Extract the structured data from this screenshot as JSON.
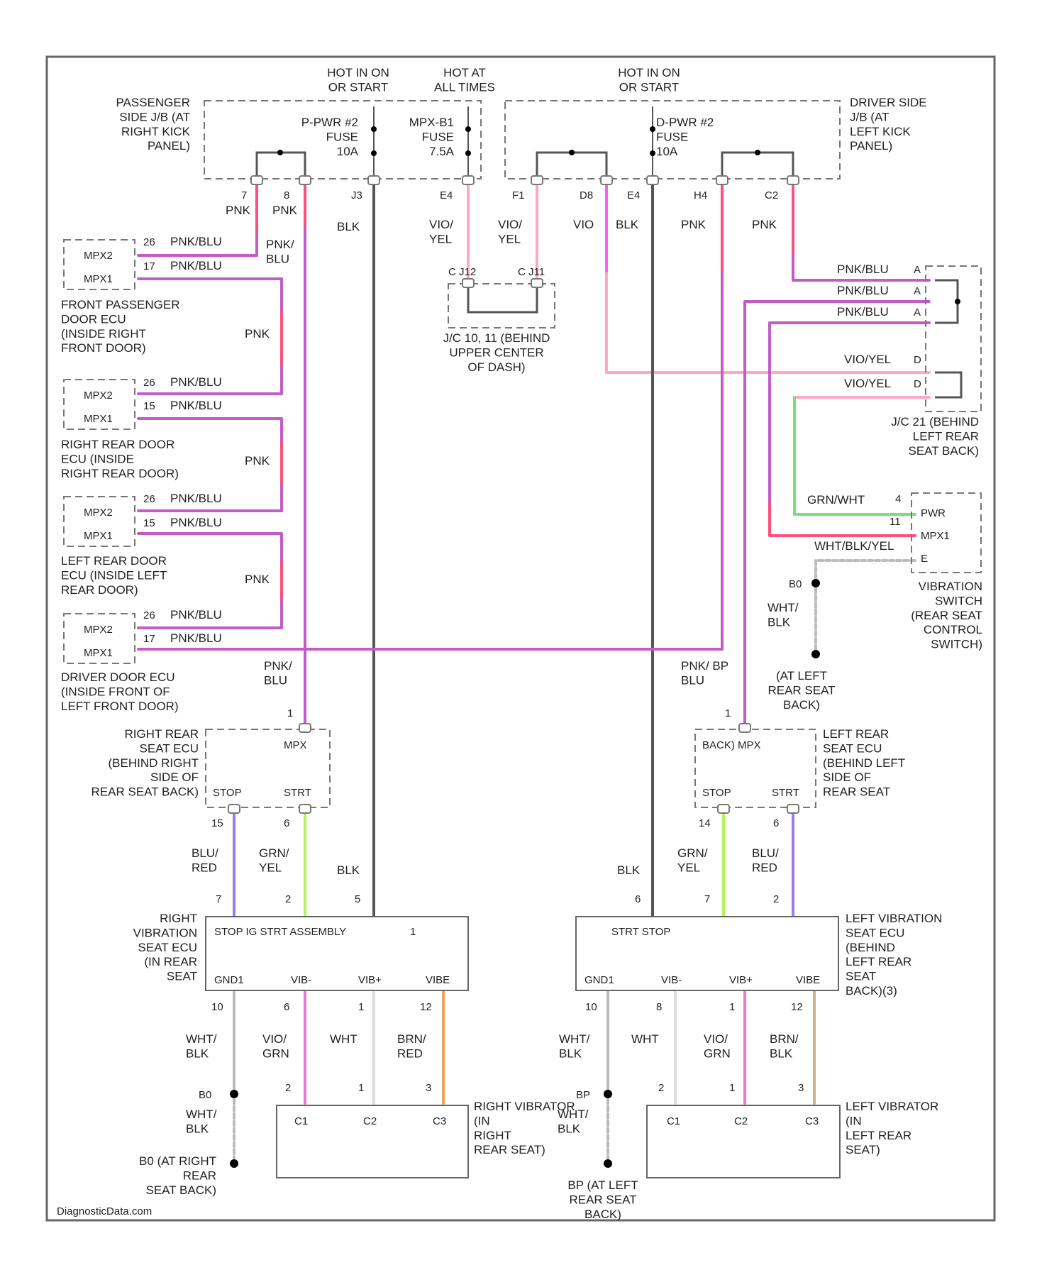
{
  "colors": {
    "pink": "#ff4f7b",
    "pink_blue": "#c45cc8",
    "violet_yellow": "#ffa6c9",
    "violet": "#ff5cff",
    "black": "#555555",
    "green_yellow": "#b4f25e",
    "blue_red": "#9a7de6",
    "green_white": "#78e07a",
    "white_black": "#bbbbbb",
    "violet_green": "#e87ad6",
    "white": "#dddddd",
    "brown_red": "#f5a05a",
    "brown_black": "#c8b48a"
  },
  "power": {
    "hot_in_on_left": "HOT IN ON\nOR START",
    "hot_at_all_times": "HOT AT\nALL TIMES",
    "hot_in_on_right": "HOT IN ON\nOR START"
  },
  "junction_blocks": {
    "passenger": "PASSENGER\nSIDE J/B (AT\nRIGHT KICK\nPANEL)",
    "driver": "DRIVER SIDE\nJ/B (AT\nLEFT KICK\nPANEL)",
    "fuse_pwr_p": "P-PWR #2\nFUSE\n10A",
    "fuse_mpx_b1": "MPX-B1\nFUSE\n7.5A",
    "fuse_pwr_d": "D-PWR #2\nFUSE\n10A"
  },
  "junction_connectors": {
    "jc_10_11": "J/C 10, 11 (BEHIND\nUPPER CENTER\nOF DASH)",
    "jc_21": "J/C 21 (BEHIND\nLEFT REAR\nSEAT BACK)"
  },
  "door_ecus": {
    "front_passenger": "FRONT PASSENGER\nDOOR ECU\n(INSIDE RIGHT\nFRONT DOOR)",
    "right_rear": "RIGHT REAR DOOR\nECU (INSIDE\nRIGHT REAR DOOR)",
    "left_rear": "LEFT REAR DOOR\nECU (INSIDE LEFT\nREAR DOOR)",
    "driver": "DRIVER DOOR ECU\n(INSIDE FRONT OF\nLEFT FRONT DOOR)",
    "mpx2": "MPX2",
    "mpx1": "MPX1"
  },
  "seat_ecus": {
    "right_rear": "RIGHT REAR\nSEAT ECU\n(BEHIND RIGHT\nSIDE OF\nREAR SEAT BACK)",
    "left_rear": "LEFT REAR\nSEAT ECU\n(BEHIND LEFT\nSIDE OF\nREAR SEAT",
    "mpx": "MPX",
    "back_mpx": "BACK) MPX",
    "stop": "STOP",
    "strt": "STRT"
  },
  "vibration_ecus": {
    "right": "RIGHT\nVIBRATION\nSEAT ECU\n(IN REAR\nSEAT",
    "left": "LEFT VIBRATION\nSEAT ECU\n(BEHIND\nLEFT REAR\nSEAT\nBACK)(3)",
    "right_top": "STOP      IG STRT ASSEMBLY",
    "right_top_suffix": "1",
    "left_top": "STRT STOP",
    "gnd1": "GND1",
    "vib_minus": "VIB-",
    "vib_plus": "VIB+",
    "vibe": "VIBE"
  },
  "vibrators": {
    "right": "RIGHT VIBRATOR\n(IN\nRIGHT\nREAR SEAT)",
    "left": "LEFT VIBRATOR\n(IN\nLEFT REAR\nSEAT)",
    "c1": "C1",
    "c2": "C2",
    "c3": "C3"
  },
  "vibration_switch": {
    "label": "VIBRATION\nSWITCH\n(REAR SEAT\nCONTROL\nSWITCH)",
    "pwr": "PWR",
    "mpx1": "MPX1",
    "e": "E"
  },
  "grounds": {
    "b0_label": "B0",
    "b0_desc": "(AT LEFT\nREAR SEAT\nBACK)",
    "b0_right_code": "B0",
    "b0_right": "B0 (AT RIGHT\nREAR\nSEAT BACK)",
    "bp_code": "BP",
    "bp": "BP (AT LEFT\nREAR SEAT\nBACK)"
  },
  "wire_colors": {
    "pnk": "PNK",
    "pnk_blu": "PNK/\nBLU",
    "pnk_blu_inline": "PNK/BLU",
    "blk": "BLK",
    "vio_yel": "VIO/\nYEL",
    "vio_yel_inline": "VIO/YEL",
    "vio": "VIO",
    "grn_wht": "GRN/WHT",
    "wht_blk_inline": "WHT/BLK/YEL",
    "wht_blk": "WHT/\nBLK",
    "pnk_bp_blu": "PNK/ BP\nBLU",
    "blu_red": "BLU/\nRED",
    "grn_yel": "GRN/\nYEL",
    "vio_grn": "VIO/\nGRN",
    "wht": "WHT",
    "brn_red": "BRN/\nRED",
    "brn_blk": "BRN/\nBLK"
  },
  "pins": {
    "p7": "7",
    "p8": "8",
    "j3": "J3",
    "e4a": "E4",
    "f1": "F1",
    "d8": "D8",
    "e4b": "E4",
    "h4": "H4",
    "c2": "C2",
    "c_j12": "C   J12",
    "c_j11": "C   J11",
    "d26a": "26",
    "d17a": "17",
    "d26b": "26",
    "d15b": "15",
    "d26c": "26",
    "d15c": "15",
    "d26d": "26",
    "d17d": "17",
    "a1": "A",
    "a2": "A",
    "a3": "A",
    "d1": "D",
    "d2": "D",
    "s4": "4",
    "s11": "11",
    "re1": "1",
    "re15": "15",
    "re6": "6",
    "le1": "1",
    "le14": "14",
    "le6": "6",
    "rv7": "7",
    "rv2": "2",
    "rv5": "5",
    "rv10": "10",
    "rv6": "6",
    "rv1": "1",
    "rv12": "12",
    "lv6": "6",
    "lv7": "7",
    "lv2": "2",
    "lv10": "10",
    "lv8": "8",
    "lv1": "1",
    "lv12": "12",
    "rb2": "2",
    "rb1": "1",
    "rb3": "3",
    "lb2": "2",
    "lb1": "1",
    "lb3": "3"
  },
  "footer": "DiagnosticData.com"
}
